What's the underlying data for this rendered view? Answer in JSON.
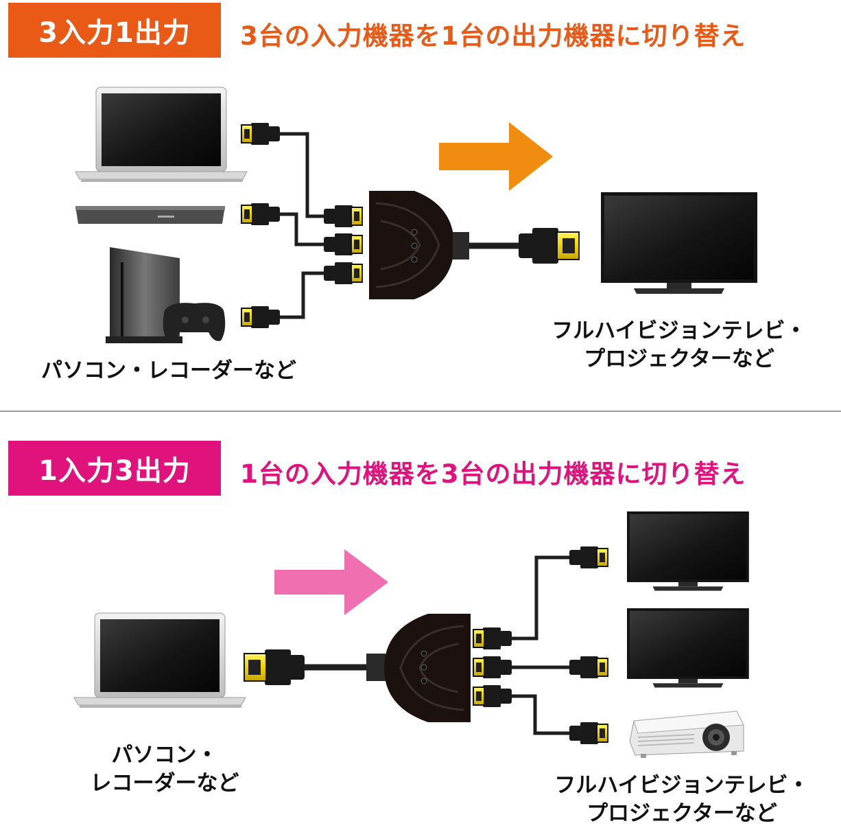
{
  "top": {
    "badge": "3入力1出力",
    "headline": "3台の入力機器を1台の出力機器に切り替え",
    "source_caption": "パソコン・レコーダーなど",
    "dest_caption_line1": "フルハイビジョンテレビ・",
    "dest_caption_line2": "プロジェクターなど",
    "badge_color": "#e85a16",
    "arrow_color": "#f08c10"
  },
  "bottom": {
    "badge": "1入力3出力",
    "headline": "1台の入力機器を3台の出力機器に切り替え",
    "source_caption_line1": "パソコン・",
    "source_caption_line2": "レコーダーなど",
    "dest_caption_line1": "フルハイビジョンテレビ・",
    "dest_caption_line2": "プロジェクターなど",
    "badge_color": "#e0137d",
    "arrow_color": "#ef6fb0"
  }
}
